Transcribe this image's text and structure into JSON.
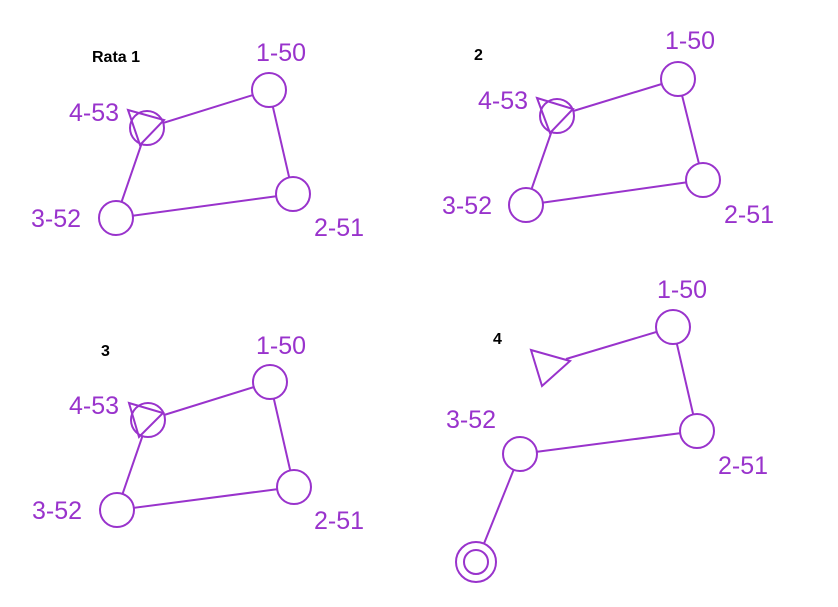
{
  "colors": {
    "stroke": "#9933cc",
    "label": "#9933cc",
    "title": "#000000",
    "background": "#ffffff"
  },
  "panels": [
    {
      "title": "Rata 1",
      "nodes": [
        {
          "id": "n1",
          "label": "1-50",
          "shape": "circle-icon"
        },
        {
          "id": "n2",
          "label": "2-51",
          "shape": "circle-icon"
        },
        {
          "id": "n3",
          "label": "3-52",
          "shape": "circle-icon"
        },
        {
          "id": "n4",
          "label": "4-53",
          "shape": "circle-with-triangle-icon"
        }
      ],
      "edges": [
        [
          "n1",
          "n2"
        ],
        [
          "n2",
          "n3"
        ],
        [
          "n3",
          "n4"
        ],
        [
          "n4",
          "n1"
        ]
      ]
    },
    {
      "title": "2",
      "nodes": [
        {
          "id": "n1",
          "label": "1-50",
          "shape": "circle-icon"
        },
        {
          "id": "n2",
          "label": "2-51",
          "shape": "circle-icon"
        },
        {
          "id": "n3",
          "label": "3-52",
          "shape": "circle-icon"
        },
        {
          "id": "n4",
          "label": "4-53",
          "shape": "circle-with-triangle-icon"
        }
      ],
      "edges": [
        [
          "n1",
          "n2"
        ],
        [
          "n2",
          "n3"
        ],
        [
          "n3",
          "n4"
        ],
        [
          "n4",
          "n1"
        ]
      ]
    },
    {
      "title": "3",
      "nodes": [
        {
          "id": "n1",
          "label": "1-50",
          "shape": "circle-icon"
        },
        {
          "id": "n2",
          "label": "2-51",
          "shape": "circle-icon"
        },
        {
          "id": "n3",
          "label": "3-52",
          "shape": "circle-icon"
        },
        {
          "id": "n4",
          "label": "4-53",
          "shape": "circle-with-triangle-icon"
        }
      ],
      "edges": [
        [
          "n1",
          "n2"
        ],
        [
          "n2",
          "n3"
        ],
        [
          "n3",
          "n4"
        ],
        [
          "n4",
          "n1"
        ]
      ]
    },
    {
      "title": "4",
      "nodes": [
        {
          "id": "n1",
          "label": "1-50",
          "shape": "circle-icon"
        },
        {
          "id": "n2",
          "label": "2-51",
          "shape": "circle-icon"
        },
        {
          "id": "n3",
          "label": "3-52",
          "shape": "circle-icon"
        },
        {
          "id": "n4",
          "label": "",
          "shape": "triangle-icon"
        },
        {
          "id": "n5",
          "label": "",
          "shape": "double-circle-icon"
        }
      ],
      "edges": [
        [
          "n4",
          "n1"
        ],
        [
          "n1",
          "n2"
        ],
        [
          "n2",
          "n3"
        ],
        [
          "n3",
          "n5"
        ]
      ]
    }
  ]
}
